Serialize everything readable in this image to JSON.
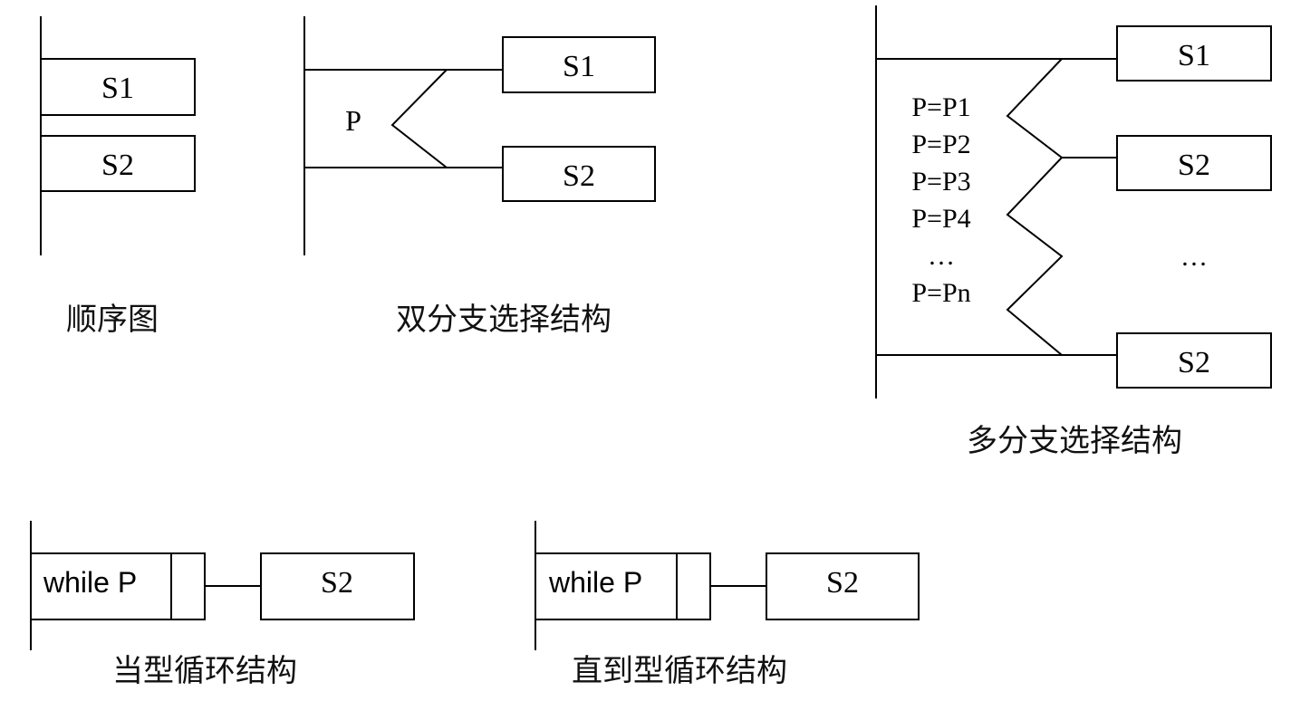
{
  "sequence": {
    "box1": "S1",
    "box2": "S2",
    "caption": "顺序图"
  },
  "binary_branch": {
    "condition": "P",
    "box1": "S1",
    "box2": "S2",
    "caption": "双分支选择结构"
  },
  "multi_branch": {
    "conditions": [
      "P=P1",
      "P=P2",
      "P=P3",
      "P=P4",
      "…",
      "P=Pn"
    ],
    "box1": "S1",
    "box2": "S2",
    "ellipsis": "…",
    "box3": "S2",
    "caption": "多分支选择结构"
  },
  "while_loop": {
    "condition": "while P",
    "body": "S2",
    "caption": "当型循环结构"
  },
  "until_loop": {
    "condition": "while P",
    "body": "S2",
    "caption": "直到型循环结构"
  }
}
